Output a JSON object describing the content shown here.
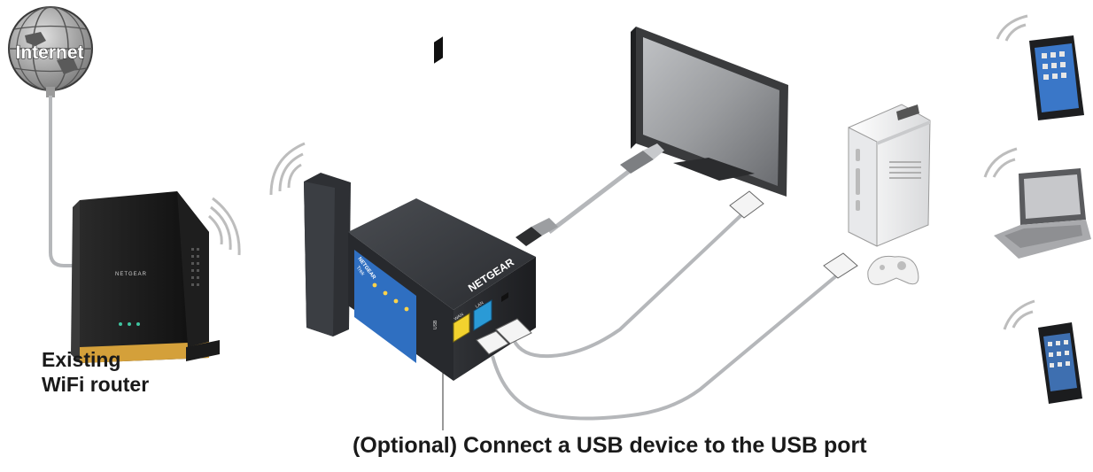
{
  "globe": {
    "label": "Internet"
  },
  "router": {
    "brand": "NETGEAR",
    "caption_line1": "Existing",
    "caption_line2": "WiFi router"
  },
  "trek": {
    "brand": "NETGEAR",
    "model": "Trek",
    "port_labels": [
      "USB",
      "WAN",
      "LAN"
    ]
  },
  "callout": {
    "text": "(Optional) Connect a USB device to the USB port"
  },
  "colors": {
    "wan_port": "#f2d22e",
    "lan_port": "#2a9ad6",
    "front_panel": "#2f6fc1",
    "router_accent": "#d4a03a"
  },
  "icons": [
    "globe-icon",
    "router-icon",
    "travel-router-icon",
    "monitor-icon",
    "game-console-icon",
    "controller-icon",
    "tablet-icon",
    "laptop-icon",
    "smartphone-icon",
    "wifi-signal-icon"
  ]
}
